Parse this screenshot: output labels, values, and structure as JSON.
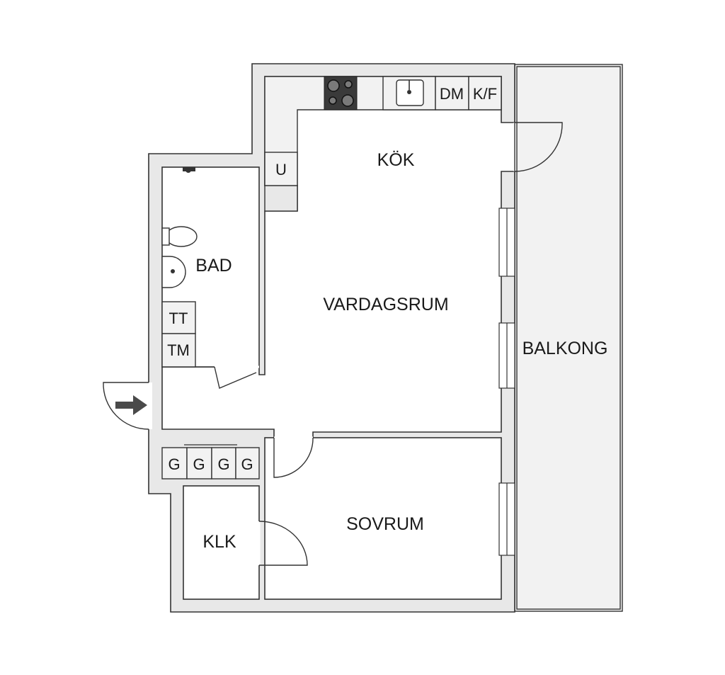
{
  "rooms": {
    "kok": "KÖK",
    "bad": "BAD",
    "vardagsrum": "VARDAGSRUM",
    "balkong": "BALKONG",
    "sovrum": "SOVRUM",
    "klk": "KLK"
  },
  "fixtures": {
    "dishwasher": "DM",
    "fridge_freezer": "K/F",
    "oven": "U",
    "dryer": "TT",
    "washer": "TM",
    "wardrobes": [
      "G",
      "G",
      "G",
      "G"
    ]
  }
}
